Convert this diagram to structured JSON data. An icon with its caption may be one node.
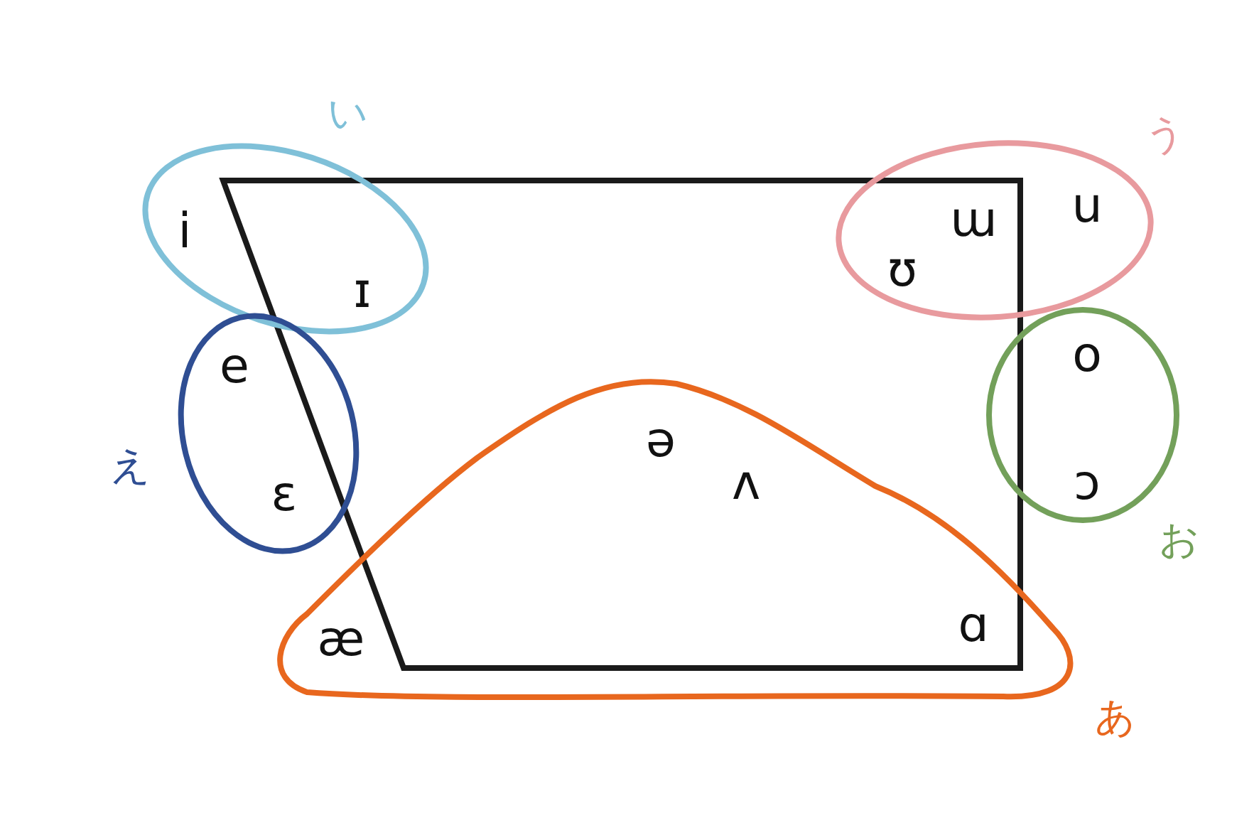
{
  "diagram": {
    "nodes": [
      {
        "text": [
          "i",
          "ɪ"
        ],
        "beside": [
          "い"
        ]
      },
      {
        "text": [
          "ɯ",
          "ʊ",
          "u"
        ],
        "beside": [
          "う"
        ]
      },
      {
        "text": [
          "e",
          "ɛ"
        ],
        "beside": [
          "え"
        ]
      },
      {
        "text": [
          "o",
          "ɔ"
        ],
        "beside": [
          "お"
        ]
      },
      {
        "text": [
          "ə",
          "ʌ",
          "æ",
          "ɑ"
        ],
        "beside": [
          "あ"
        ]
      }
    ]
  }
}
